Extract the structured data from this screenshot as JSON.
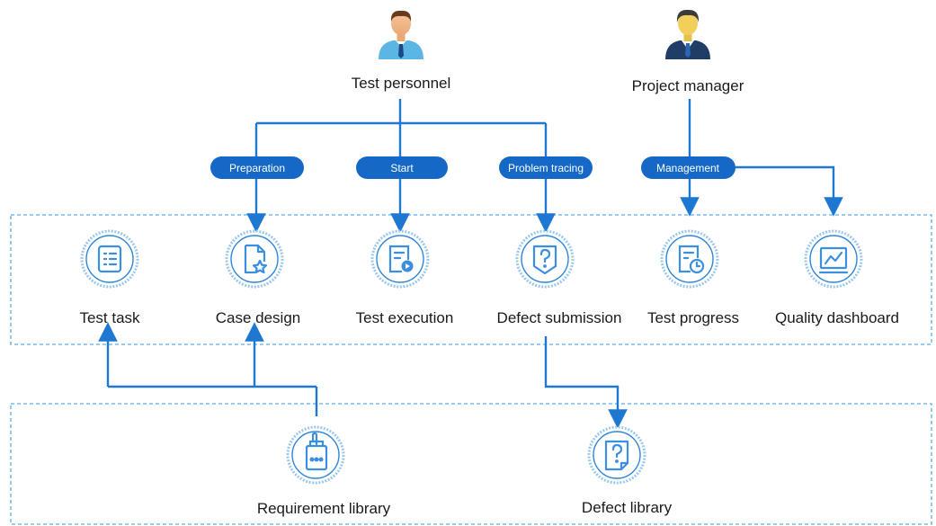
{
  "roles": [
    {
      "id": "tester",
      "label": "Test personnel",
      "icon": "tester-avatar-icon"
    },
    {
      "id": "manager",
      "label": "Project manager",
      "icon": "manager-avatar-icon"
    }
  ],
  "actions": [
    {
      "id": "preparation",
      "label": "Preparation"
    },
    {
      "id": "start",
      "label": "Start"
    },
    {
      "id": "problem_tracing",
      "label": "Problem tracing"
    },
    {
      "id": "management",
      "label": "Management"
    }
  ],
  "modules": [
    {
      "id": "test_task",
      "label": "Test task",
      "icon": "task-list-icon"
    },
    {
      "id": "case_design",
      "label": "Case design",
      "icon": "document-star-icon"
    },
    {
      "id": "test_execution",
      "label": "Test execution",
      "icon": "document-play-icon"
    },
    {
      "id": "defect_submission",
      "label": "Defect submission",
      "icon": "question-shield-icon"
    },
    {
      "id": "test_progress",
      "label": "Test progress",
      "icon": "document-clock-icon"
    },
    {
      "id": "quality_dashboard",
      "label": "Quality dashboard",
      "icon": "line-chart-icon"
    }
  ],
  "libraries": [
    {
      "id": "requirement_library",
      "label": "Requirement library",
      "icon": "clipboard-icon"
    },
    {
      "id": "defect_library",
      "label": "Defect library",
      "icon": "question-document-icon"
    }
  ],
  "colors": {
    "accent": "#1568c6",
    "line": "#1e78d2",
    "dash": "#5aaee6",
    "icon": "#3a8fe0",
    "ring": "#9cc8ee"
  }
}
